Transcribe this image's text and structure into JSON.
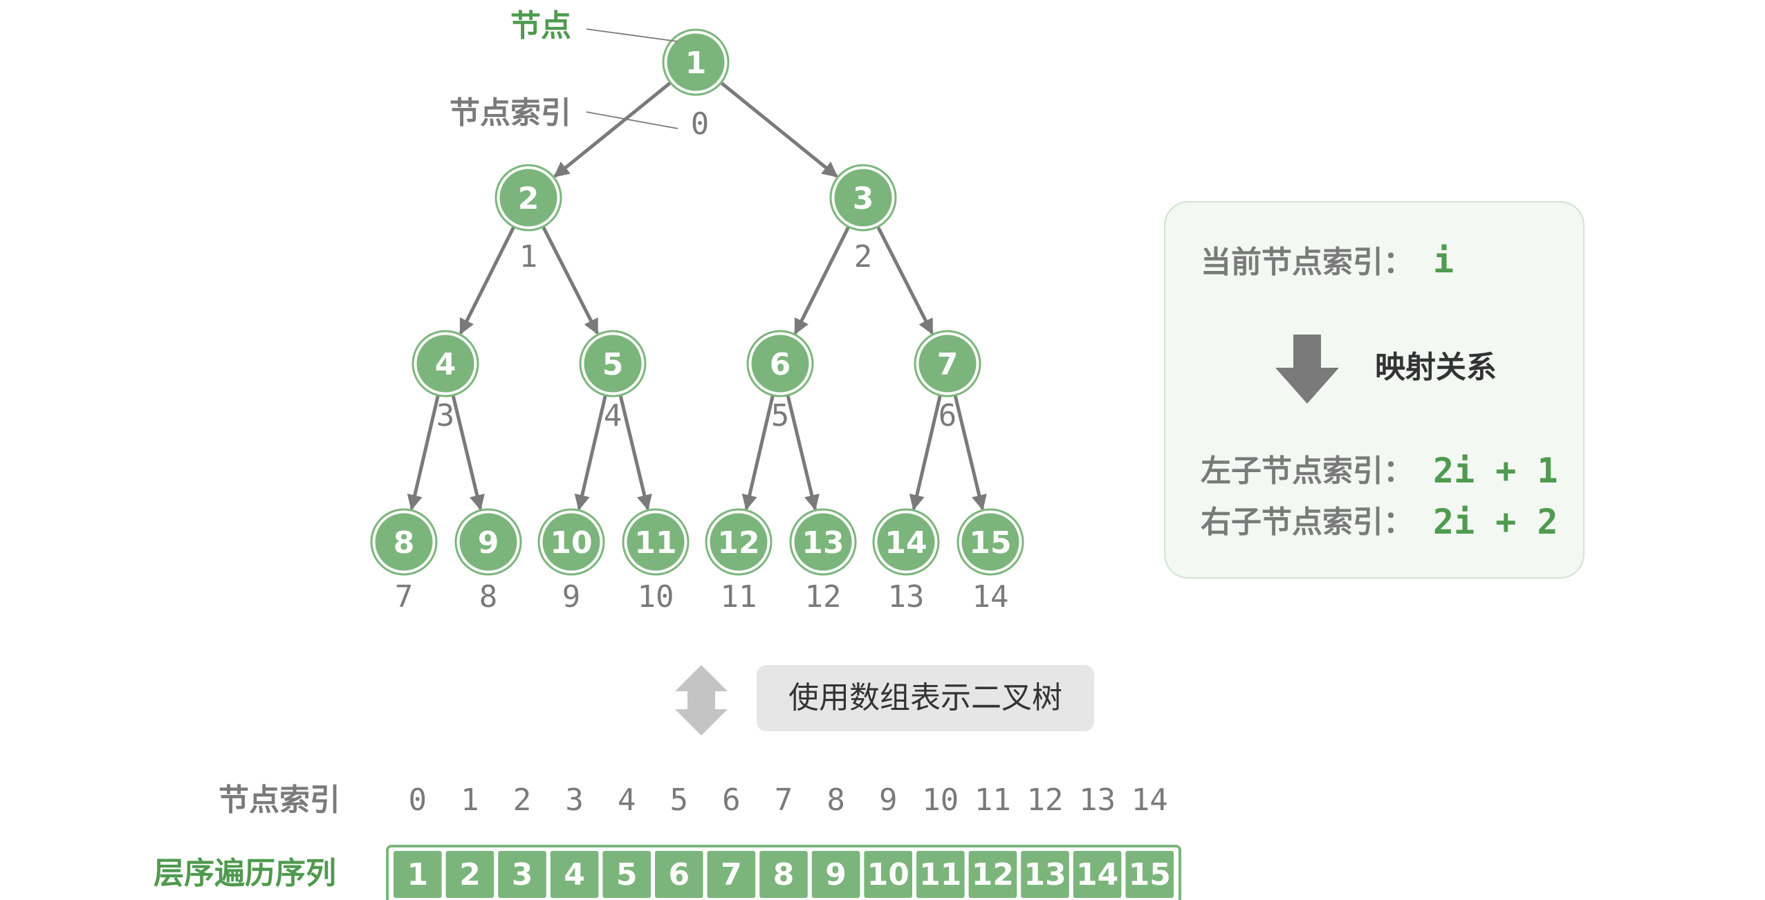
{
  "tree": {
    "nodes": [
      {
        "value": "1",
        "index": "0"
      },
      {
        "value": "2",
        "index": "1"
      },
      {
        "value": "3",
        "index": "2"
      },
      {
        "value": "4",
        "index": "3"
      },
      {
        "value": "5",
        "index": "4"
      },
      {
        "value": "6",
        "index": "5"
      },
      {
        "value": "7",
        "index": "6"
      },
      {
        "value": "8",
        "index": "7"
      },
      {
        "value": "9",
        "index": "8"
      },
      {
        "value": "10",
        "index": "9"
      },
      {
        "value": "11",
        "index": "10"
      },
      {
        "value": "12",
        "index": "11"
      },
      {
        "value": "13",
        "index": "12"
      },
      {
        "value": "14",
        "index": "13"
      },
      {
        "value": "15",
        "index": "14"
      }
    ],
    "node_label": "节点",
    "node_index_label": "节点索引"
  },
  "mapping_panel": {
    "current_label": "当前节点索引：",
    "current_value": "i",
    "arrow_label": "映射关系",
    "left_label": "左子节点索引：",
    "left_value": "2i + 1",
    "right_label": "右子节点索引：",
    "right_value": "2i + 2"
  },
  "transform_caption": "使用数组表示二叉树",
  "array": {
    "index_label": "节点索引",
    "sequence_label": "层序遍历序列",
    "indices": [
      "0",
      "1",
      "2",
      "3",
      "4",
      "5",
      "6",
      "7",
      "8",
      "9",
      "10",
      "11",
      "12",
      "13",
      "14"
    ],
    "values": [
      "1",
      "2",
      "3",
      "4",
      "5",
      "6",
      "7",
      "8",
      "9",
      "10",
      "11",
      "12",
      "13",
      "14",
      "15"
    ]
  },
  "colors": {
    "node_fill": "#7bb57b",
    "accent_green": "#4f9a4f",
    "edge_gray": "#7a7a7a",
    "panel_bg": "#f3f8f3",
    "panel_border": "#cfe6cf",
    "pill_bg": "#e6e6e6"
  }
}
